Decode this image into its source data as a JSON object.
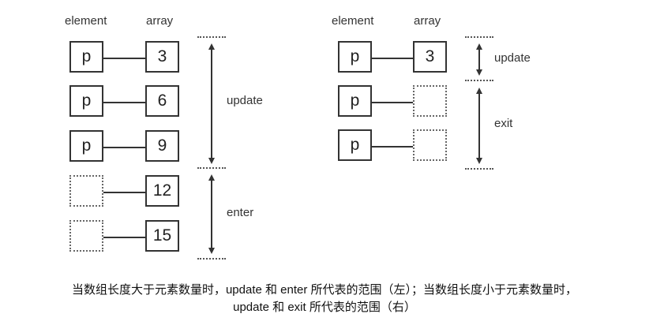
{
  "left_diagram": {
    "element_header": "element",
    "array_header": "array",
    "rows": [
      {
        "element": "p",
        "element_state": "solid",
        "array": "3",
        "array_state": "solid"
      },
      {
        "element": "p",
        "element_state": "solid",
        "array": "6",
        "array_state": "solid"
      },
      {
        "element": "p",
        "element_state": "solid",
        "array": "9",
        "array_state": "solid"
      },
      {
        "element": "",
        "element_state": "placeholder",
        "array": "12",
        "array_state": "solid"
      },
      {
        "element": "",
        "element_state": "placeholder",
        "array": "15",
        "array_state": "solid"
      }
    ],
    "ranges": [
      {
        "label": "update",
        "rows": [
          1,
          3
        ]
      },
      {
        "label": "enter",
        "rows": [
          4,
          5
        ]
      }
    ]
  },
  "right_diagram": {
    "element_header": "element",
    "array_header": "array",
    "rows": [
      {
        "element": "p",
        "element_state": "solid",
        "array": "3",
        "array_state": "solid"
      },
      {
        "element": "p",
        "element_state": "solid",
        "array": "",
        "array_state": "placeholder"
      },
      {
        "element": "p",
        "element_state": "solid",
        "array": "",
        "array_state": "placeholder"
      }
    ],
    "ranges": [
      {
        "label": "update",
        "rows": [
          1,
          1
        ]
      },
      {
        "label": "exit",
        "rows": [
          2,
          3
        ]
      }
    ]
  },
  "caption": {
    "line1": "当数组长度大于元素数量时，update 和 enter 所代表的范围（左）；当数组长度小于元素数量时，",
    "line2": "update 和 exit 所代表的范围（右）"
  }
}
